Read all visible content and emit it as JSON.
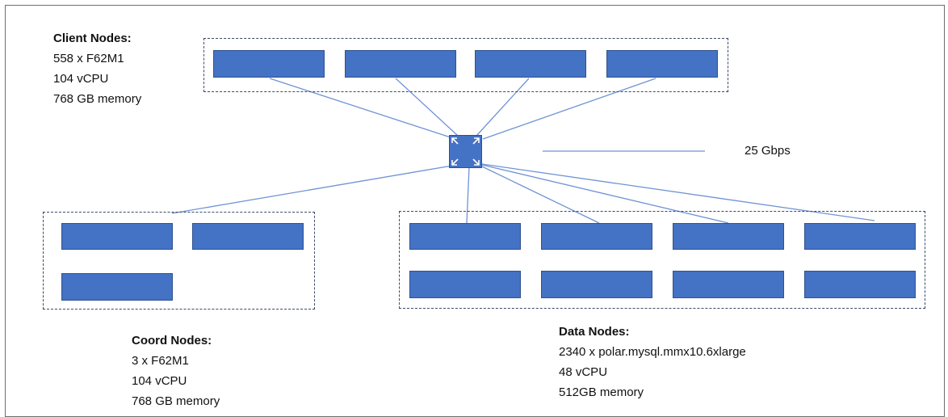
{
  "client_nodes": {
    "heading": "Client Nodes:",
    "count": "558 x F62M1",
    "cpu": "104 vCPU",
    "memory": "768 GB memory"
  },
  "coord_nodes": {
    "heading": "Coord Nodes:",
    "count": "3 x F62M1",
    "cpu": "104 vCPU",
    "memory": "768 GB memory"
  },
  "data_nodes": {
    "heading": "Data Nodes:",
    "count": "2340 x polar.mysql.mmx10.6xlarge",
    "cpu": "48 vCPU",
    "memory": "512GB memory"
  },
  "link": {
    "bandwidth": "25 Gbps"
  },
  "colors": {
    "node_fill": "#4472c4",
    "node_border": "#2f528f",
    "link_line": "#6f93d4",
    "dashed_border": "#3b4a66"
  },
  "icons": {
    "switch": "switch-icon"
  }
}
